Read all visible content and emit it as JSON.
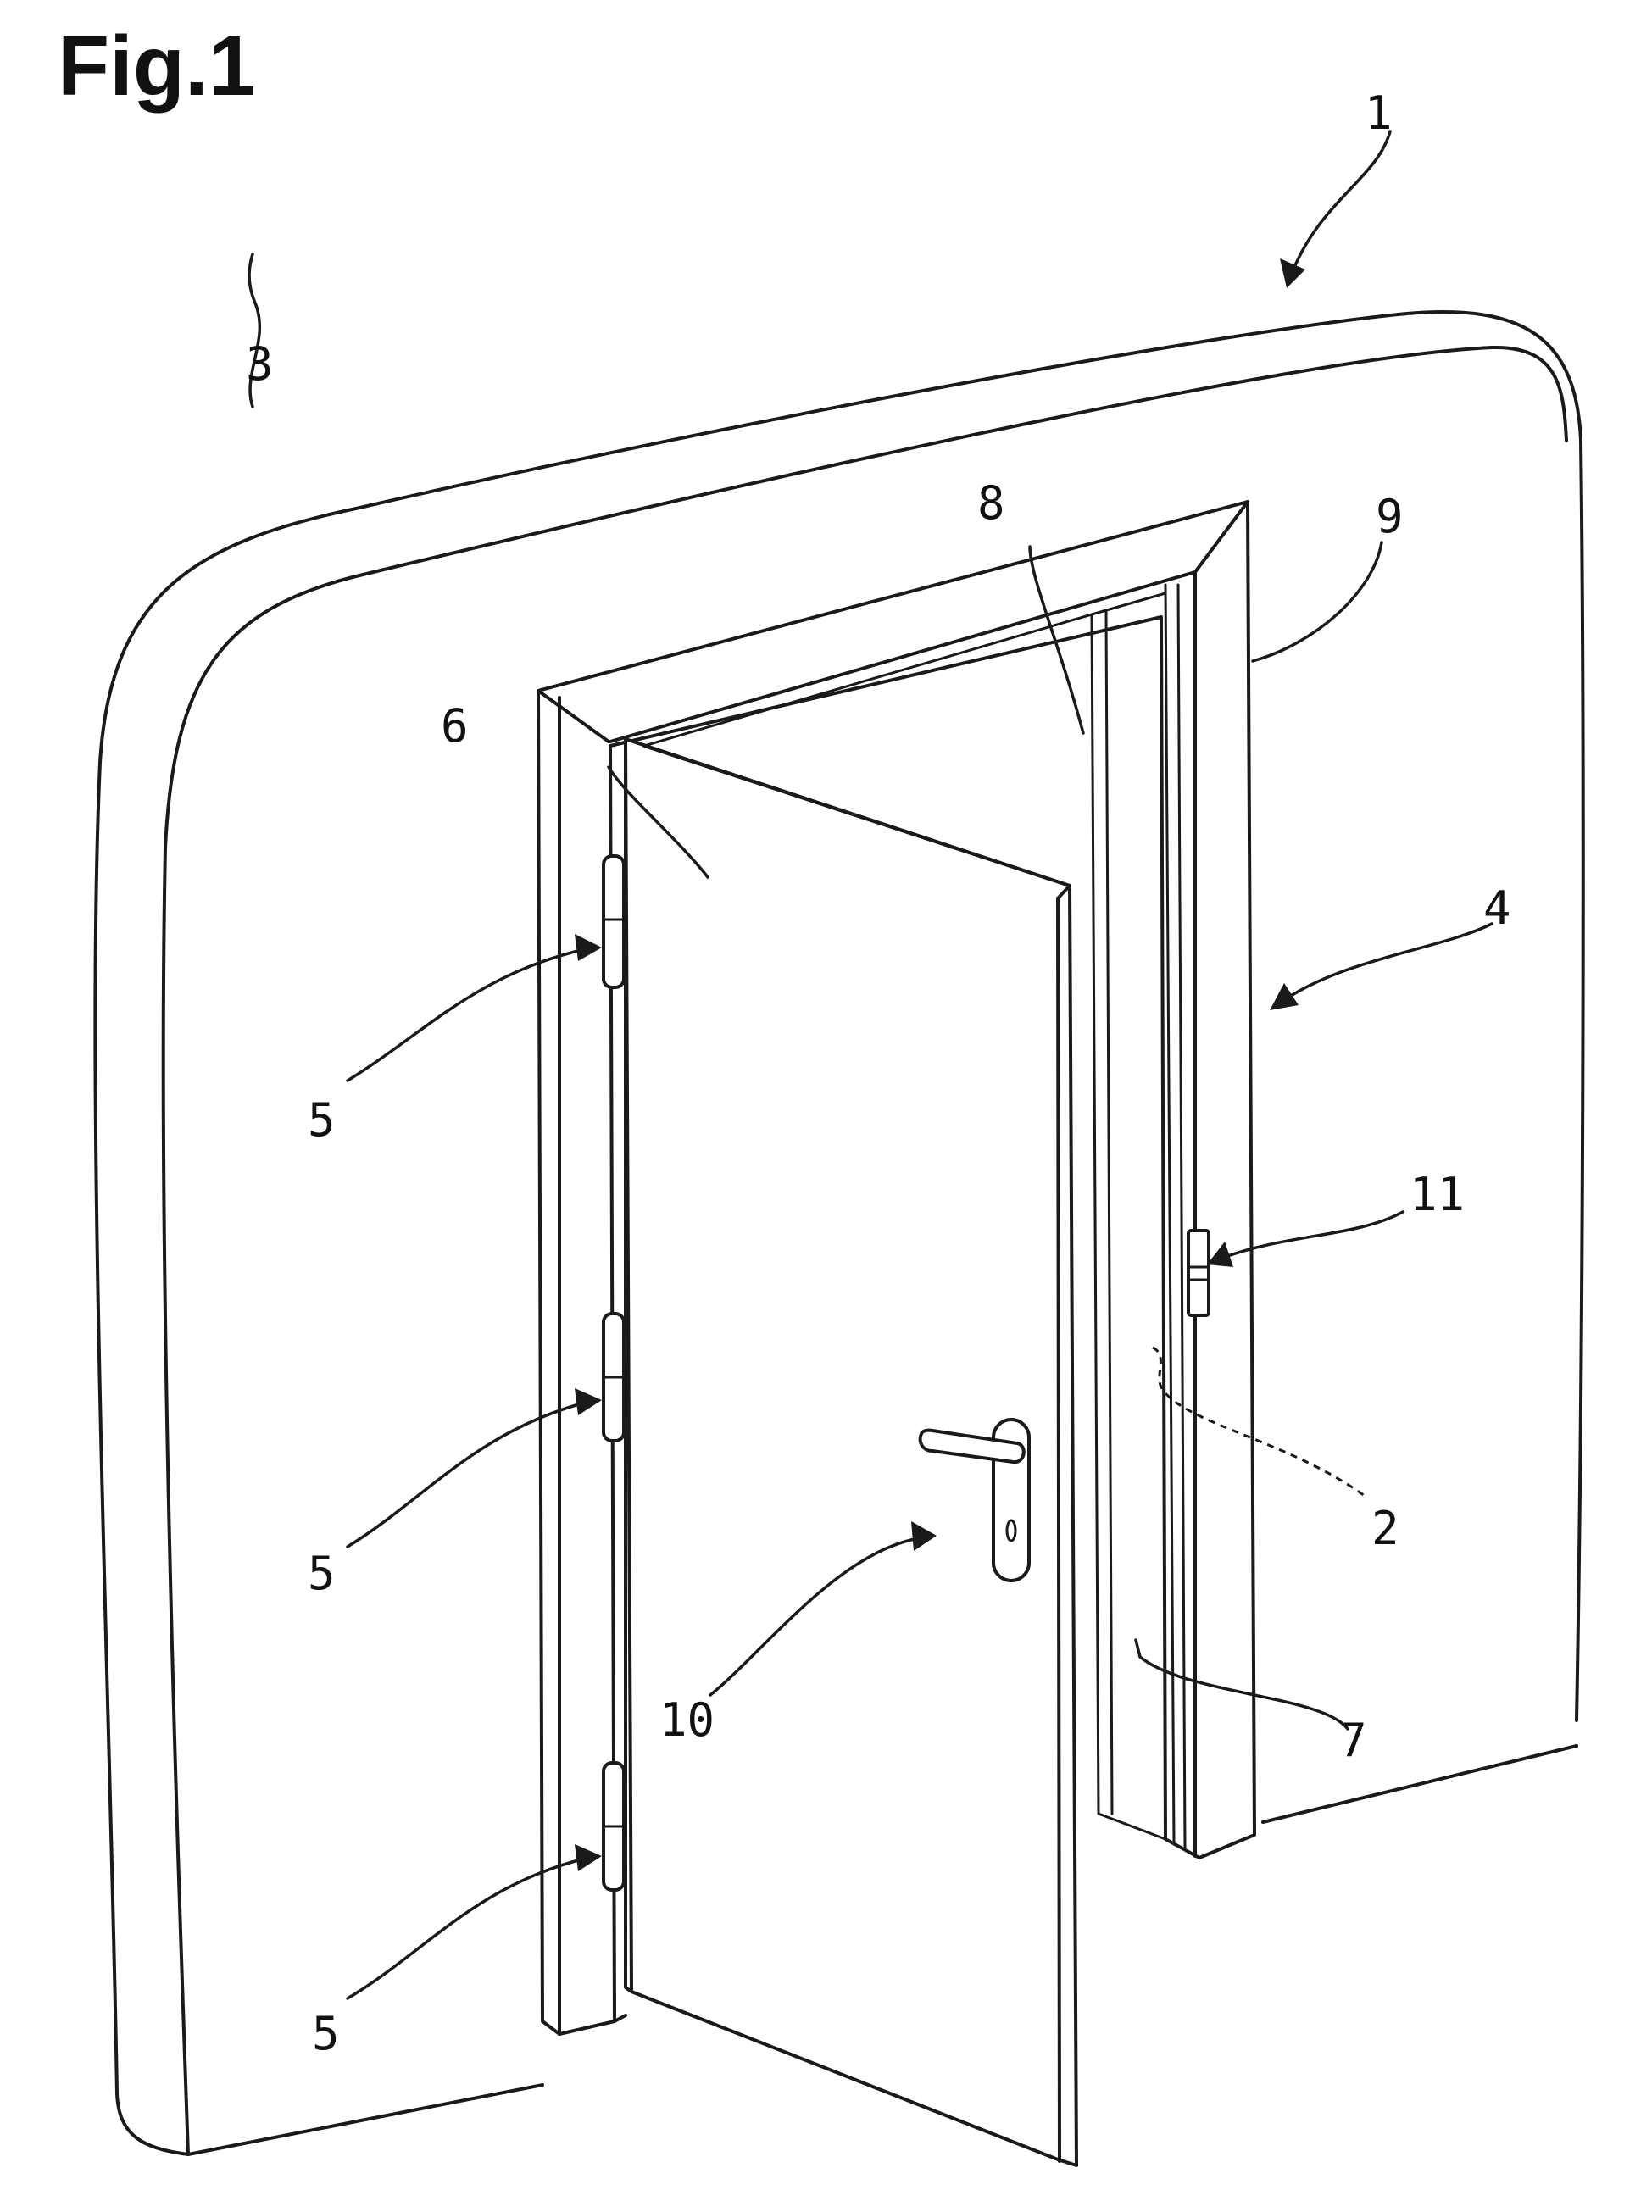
{
  "figure": {
    "title": "Fig.1",
    "labels": {
      "door_assembly": "1",
      "lock_region": "2",
      "wall": "3",
      "frame": "4",
      "hinge": "5",
      "door_leaf": "6",
      "jamb": "7",
      "rebate": "8",
      "casing": "9",
      "handle": "10",
      "strike_plate": "11"
    }
  }
}
